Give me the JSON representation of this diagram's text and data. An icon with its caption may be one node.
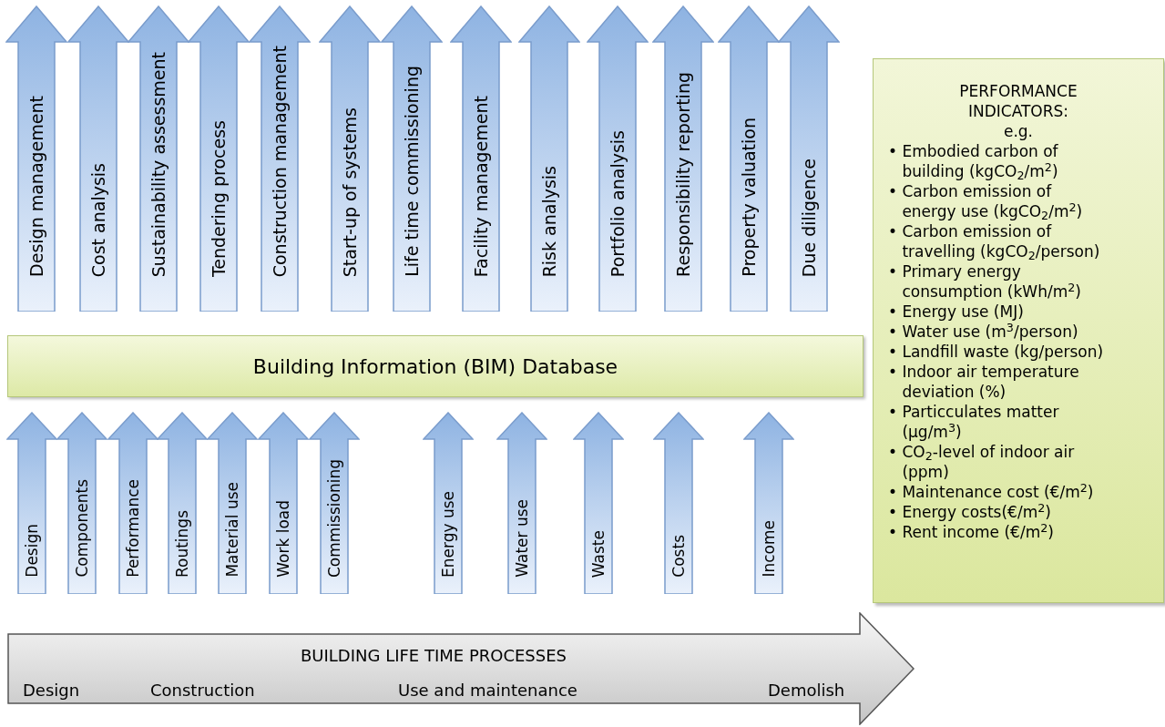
{
  "diagram": {
    "nodes": [
      {
        "text": [
          "Design management"
        ]
      },
      {
        "text": [
          "Cost analysis"
        ]
      },
      {
        "text": [
          "Sustainability assessment"
        ]
      },
      {
        "text": [
          "Tendering process"
        ]
      },
      {
        "text": [
          "Construction management"
        ]
      },
      {
        "text": [
          "Start-up of systems"
        ]
      },
      {
        "text": [
          "Life time commissioning"
        ]
      },
      {
        "text": [
          "Facility management"
        ]
      },
      {
        "text": [
          "Risk analysis"
        ]
      },
      {
        "text": [
          "Portfolio analysis"
        ]
      },
      {
        "text": [
          "Responsibility reporting"
        ]
      },
      {
        "text": [
          "Property valuation"
        ]
      },
      {
        "text": [
          "Due diligence"
        ]
      },
      {
        "text": [
          "PERFORMANCE INDICATORS: e.g.",
          "• Embodied carbon of building (kgCO$_{2}$/m$^{2}$)",
          "• Carbon emission of energy use (kgCO$_{2}$/m$^{2}$)",
          "• Carbon emission of travelling (kgCO$_{2}$/person)",
          "• Primary energy consumption (kWh/m$^{2}$)",
          "• Energy use (MJ)",
          "• Water use (m$^{3}$/person)",
          "• Landfill waste (kg/person)",
          "• Indoor air temperature deviation (%)",
          "• Particculates matter (µg/m$^{3}$)",
          "• CO$_{2}$-level of indoor air (ppm)",
          "• Maintenance cost (€/m$^{2}$)",
          "• Energy costs(€/m$^{2}$)",
          "• Rent income (€/m$^{2}$)"
        ]
      },
      {
        "text": [
          "Building Information (BIM) Database"
        ]
      },
      {
        "text": [
          "Design"
        ]
      },
      {
        "text": [
          "Components"
        ]
      },
      {
        "text": [
          "Performance"
        ]
      },
      {
        "text": [
          "Routings"
        ]
      },
      {
        "text": [
          "Material use"
        ]
      },
      {
        "text": [
          "Work load"
        ]
      },
      {
        "text": [
          "Commissioning"
        ]
      },
      {
        "text": [
          "Energy use"
        ]
      },
      {
        "text": [
          "Water use"
        ]
      },
      {
        "text": [
          "Waste"
        ]
      },
      {
        "text": [
          "Costs"
        ]
      },
      {
        "text": [
          "Income"
        ]
      },
      {
        "text": [
          "BUILDING LIFE TIME PROCESSES",
          "Design",
          "Construction",
          "Use and maintenance",
          "Demolish"
        ]
      }
    ]
  }
}
